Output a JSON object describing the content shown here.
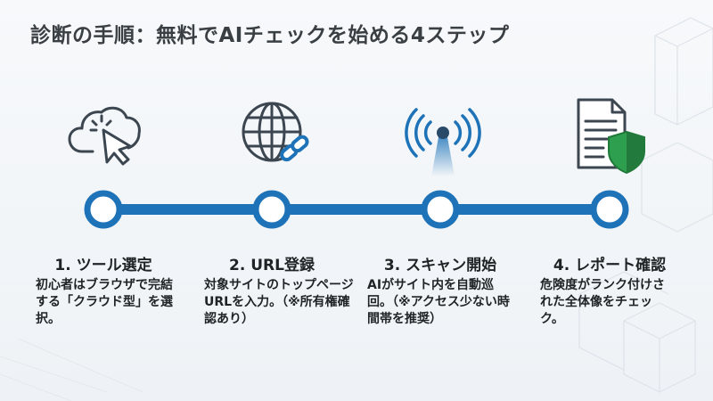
{
  "title": "診断の手順：無料でAIチェックを始める4ステップ",
  "steps": [
    {
      "number": "1",
      "title": "1. ツール選定",
      "description": "初心者はブラウザで完結する「クラウド型」を選択。",
      "icon": "cloud-cursor-icon"
    },
    {
      "number": "2",
      "title": "2. URL登録",
      "description": "対象サイトのトップページURLを入力。（※所有権確認あり）",
      "icon": "globe-link-icon"
    },
    {
      "number": "3",
      "title": "3. スキャン開始",
      "description": "AIがサイト内を自動巡回。（※アクセス少ない時間帯を推奨）",
      "icon": "signal-scan-icon"
    },
    {
      "number": "4",
      "title": "4. レポート確認",
      "description": "危険度がランク付けされた全体像をチェック。",
      "icon": "document-shield-icon"
    }
  ],
  "colors": {
    "accent": "#1e73b8",
    "node_fill": "#ffffff",
    "shield": "#2e9e4f",
    "text": "#1f2326"
  }
}
